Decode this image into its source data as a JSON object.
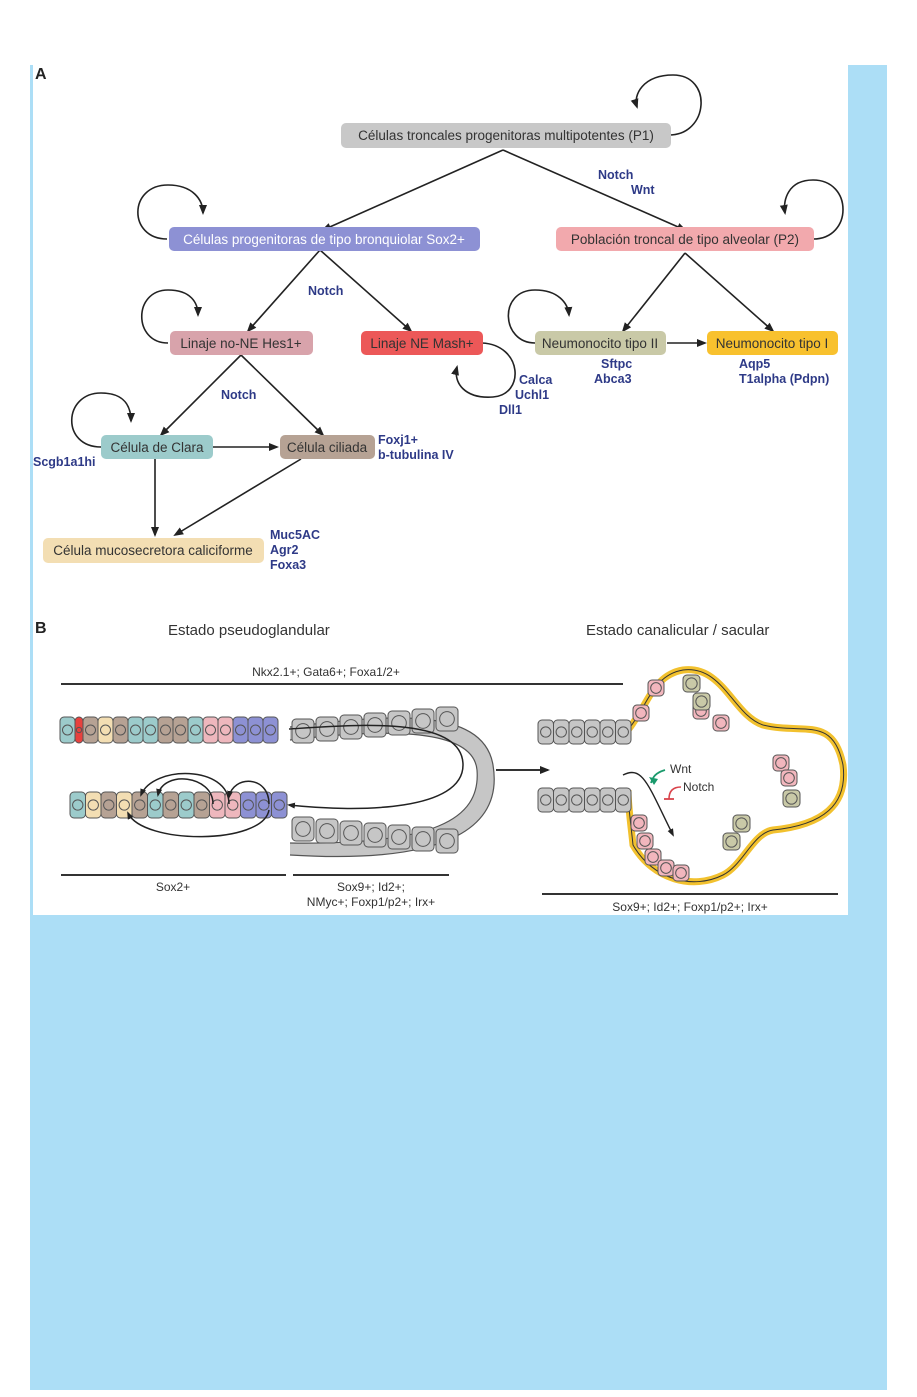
{
  "panel_a": {
    "letter": "A",
    "nodes": {
      "p1": {
        "label": "Células troncales progenitoras multipotentes (P1)",
        "color": "#c8c8c8",
        "text_color": "#333333"
      },
      "bronq": {
        "label": "Células progenitoras de tipo bronquiolar Sox2+",
        "color": "#8d91d4",
        "text_color": "#ffffff"
      },
      "alveolar": {
        "label": "Población troncal de tipo alveolar (P2)",
        "color": "#f2a9ad",
        "text_color": "#333333"
      },
      "hes1": {
        "label": "Linaje no-NE Hes1+",
        "color": "#d8a3ab",
        "text_color": "#333333"
      },
      "mash": {
        "label": "Linaje NE Mash+",
        "color": "#ec5858",
        "text_color": "#333333"
      },
      "neumo2": {
        "label": "Neumonocito tipo II",
        "color": "#c9c9a7",
        "text_color": "#333333"
      },
      "neumo1": {
        "label": "Neumonocito tipo I",
        "color": "#f8c12e",
        "text_color": "#333333"
      },
      "clara": {
        "label": "Célula de Clara",
        "color": "#9ccbcb",
        "text_color": "#333333"
      },
      "ciliada": {
        "label": "Célula ciliada",
        "color": "#b6a294",
        "text_color": "#333333"
      },
      "caliciforme": {
        "label": "Célula mucosecretora caliciforme",
        "color": "#f3deb3",
        "text_color": "#333333"
      }
    },
    "signals": {
      "p1_to_p2": [
        "Notch",
        "Wnt"
      ],
      "bronq_split": "Notch",
      "hes1_split": "Notch"
    },
    "markers": {
      "mash": [
        "Calca",
        "Uchl1",
        "Dll1"
      ],
      "neumo2": [
        "Sftpc",
        "Abca3"
      ],
      "neumo1": [
        "Aqp5",
        "T1alpha (Pdpn)"
      ],
      "clara": [
        "Scgb1a1hi"
      ],
      "ciliada": [
        "Foxj1+",
        "b-tubulina IV"
      ],
      "caliciforme": [
        "Muc5AC",
        "Agr2",
        "Foxa3"
      ]
    }
  },
  "panel_b": {
    "letter": "B",
    "left_title": "Estado pseudoglandular",
    "right_title": "Estado canalicular / sacular",
    "top_bar_label": "Nkx2.1+; Gata6+; Foxa1/2+",
    "left_bar_label": "Sox2+",
    "middle_bar_label": [
      "Sox9+; Id2+;",
      "NMyc+; Foxp1/p2+; Irx+"
    ],
    "right_bar_label": "Sox9+; Id2+; Foxp1/p2+; Irx+",
    "wnt_label": "Wnt",
    "notch_label": "Notch",
    "cell_colors": {
      "clara": "#9ccbcb",
      "ciliada": "#b6a294",
      "ne": "#e8413e",
      "goblet": "#f3deb3",
      "hes1": "#eeb7bd",
      "sox2": "#8d91d4",
      "distal": "#c6c6c6",
      "alveolar_pink": "#f2b6bd",
      "type2": "#c9c9a7",
      "type1": "#f2c12e"
    },
    "wnt_color": "#1a9a6c",
    "notch_color": "#d9434b"
  }
}
